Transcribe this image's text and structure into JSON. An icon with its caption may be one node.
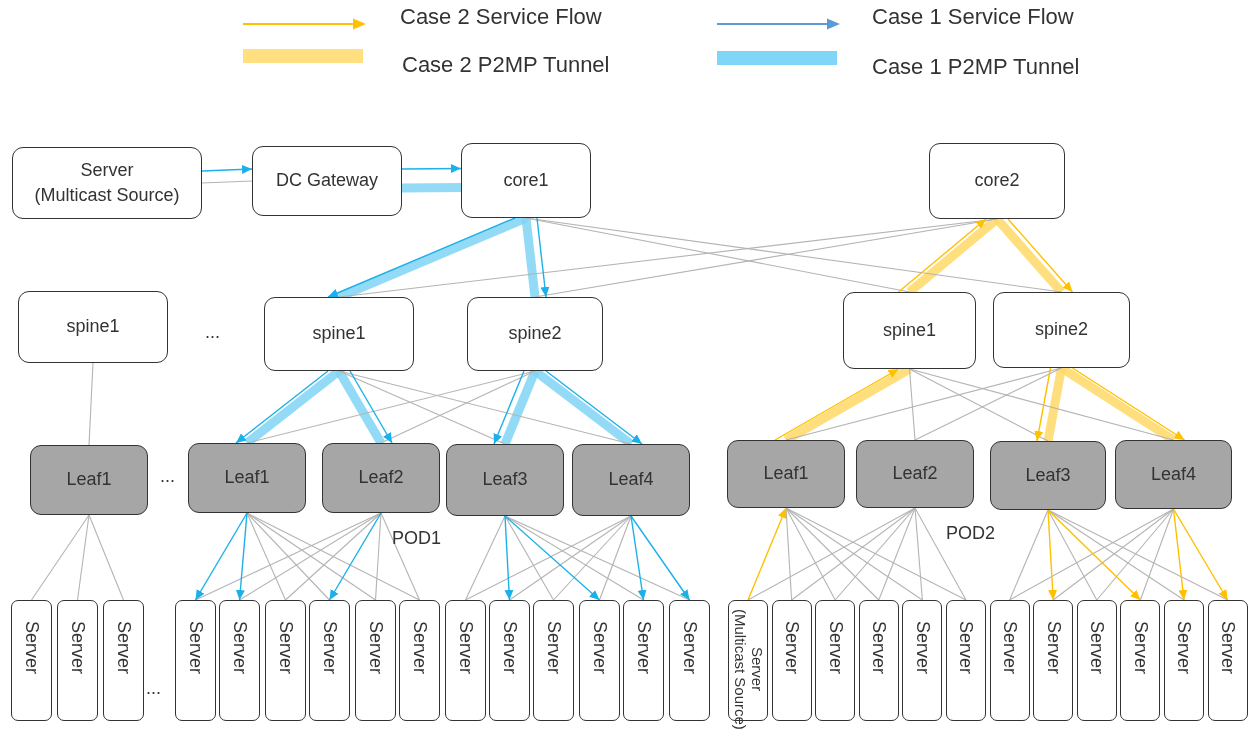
{
  "diagram": {
    "nodes": [
      {
        "text": [
          "Server",
          "(Multicast Source)"
        ]
      },
      {
        "text": [
          "DC Gateway"
        ]
      },
      {
        "text": [
          "core1"
        ]
      },
      {
        "text": [
          "core2"
        ]
      },
      {
        "text": [
          "spine1"
        ]
      },
      {
        "text": [
          "spine1"
        ]
      },
      {
        "text": [
          "spine2"
        ]
      },
      {
        "text": [
          "spine1"
        ]
      },
      {
        "text": [
          "spine2"
        ]
      },
      {
        "text": [
          "Leaf1"
        ]
      },
      {
        "text": [
          "Leaf1"
        ]
      },
      {
        "text": [
          "Leaf2"
        ]
      },
      {
        "text": [
          "Leaf3"
        ]
      },
      {
        "text": [
          "Leaf4"
        ]
      },
      {
        "text": [
          "Leaf1"
        ]
      },
      {
        "text": [
          "Leaf2"
        ]
      },
      {
        "text": [
          "Leaf3"
        ]
      },
      {
        "text": [
          "Leaf4"
        ]
      },
      {
        "text": [
          "Server"
        ]
      },
      {
        "text": [
          "Server"
        ]
      },
      {
        "text": [
          "Server"
        ]
      },
      {
        "text": [
          "Server"
        ]
      },
      {
        "text": [
          "Server"
        ]
      },
      {
        "text": [
          "Server"
        ]
      },
      {
        "text": [
          "Server"
        ]
      },
      {
        "text": [
          "Server"
        ]
      },
      {
        "text": [
          "Server"
        ]
      },
      {
        "text": [
          "Server"
        ]
      },
      {
        "text": [
          "Server"
        ]
      },
      {
        "text": [
          "Server"
        ]
      },
      {
        "text": [
          "Server"
        ]
      },
      {
        "text": [
          "Server"
        ]
      },
      {
        "text": [
          "Server"
        ]
      },
      {
        "text": [
          "Server",
          "(Multicast Source)"
        ]
      },
      {
        "text": [
          "Server"
        ]
      },
      {
        "text": [
          "Server"
        ]
      },
      {
        "text": [
          "Server"
        ]
      },
      {
        "text": [
          "Server"
        ]
      },
      {
        "text": [
          "Server"
        ]
      },
      {
        "text": [
          "Server"
        ]
      },
      {
        "text": [
          "Server"
        ]
      },
      {
        "text": [
          "Server"
        ]
      },
      {
        "text": [
          "Server"
        ]
      },
      {
        "text": [
          "Server"
        ]
      },
      {
        "text": [
          "Server"
        ]
      }
    ],
    "edges": [
      {
        "from": 0,
        "to": 1,
        "arrow": "to",
        "color": "#1cb0ea"
      },
      {
        "from": 0,
        "to": 1,
        "arrow": "none"
      },
      {
        "from": 1,
        "to": 2,
        "arrow": "to",
        "color": "#1cb0ea"
      },
      {
        "from": 1,
        "to": 2,
        "arrow": "none",
        "style": "thick",
        "color": "#7fd3f5"
      },
      {
        "from": 2,
        "to": 5,
        "arrow": "none",
        "style": "thick",
        "color": "#7fd3f5"
      },
      {
        "from": 2,
        "to": 5,
        "arrow": "to",
        "color": "#1cb0ea"
      },
      {
        "from": 2,
        "to": 6,
        "arrow": "none",
        "style": "thick",
        "color": "#7fd3f5"
      },
      {
        "from": 2,
        "to": 6,
        "arrow": "to",
        "color": "#1cb0ea"
      },
      {
        "from": 2,
        "to": 7,
        "arrow": "none"
      },
      {
        "from": 2,
        "to": 8,
        "arrow": "none"
      },
      {
        "from": 3,
        "to": 5,
        "arrow": "none"
      },
      {
        "from": 3,
        "to": 6,
        "arrow": "none"
      },
      {
        "from": 3,
        "to": 7,
        "arrow": "none",
        "style": "thick",
        "color": "#ffd966"
      },
      {
        "from": 7,
        "to": 3,
        "arrow": "to",
        "color": "#ffc000"
      },
      {
        "from": 3,
        "to": 8,
        "arrow": "none",
        "style": "thick",
        "color": "#ffd966"
      },
      {
        "from": 3,
        "to": 8,
        "arrow": "to",
        "color": "#ffc000"
      },
      {
        "from": 4,
        "to": 9,
        "arrow": "none"
      },
      {
        "from": 5,
        "to": 12,
        "arrow": "none"
      },
      {
        "from": 5,
        "to": 13,
        "arrow": "none"
      },
      {
        "from": 6,
        "to": 10,
        "arrow": "none"
      },
      {
        "from": 6,
        "to": 11,
        "arrow": "none"
      },
      {
        "from": 5,
        "to": 10,
        "arrow": "none",
        "style": "thick",
        "color": "#7fd3f5"
      },
      {
        "from": 5,
        "to": 11,
        "arrow": "none",
        "style": "thick",
        "color": "#7fd3f5"
      },
      {
        "from": 6,
        "to": 12,
        "arrow": "none",
        "style": "thick",
        "color": "#7fd3f5"
      },
      {
        "from": 6,
        "to": 13,
        "arrow": "none",
        "style": "thick",
        "color": "#7fd3f5"
      },
      {
        "from": 5,
        "to": 10,
        "arrow": "to",
        "color": "#1cb0ea"
      },
      {
        "from": 5,
        "to": 11,
        "arrow": "to",
        "color": "#1cb0ea"
      },
      {
        "from": 6,
        "to": 12,
        "arrow": "to",
        "color": "#1cb0ea"
      },
      {
        "from": 6,
        "to": 13,
        "arrow": "to",
        "color": "#1cb0ea"
      },
      {
        "from": 7,
        "to": 15,
        "arrow": "none"
      },
      {
        "from": 7,
        "to": 16,
        "arrow": "none"
      },
      {
        "from": 7,
        "to": 17,
        "arrow": "none"
      },
      {
        "from": 8,
        "to": 14,
        "arrow": "none"
      },
      {
        "from": 8,
        "to": 15,
        "arrow": "none"
      },
      {
        "from": 7,
        "to": 14,
        "arrow": "none",
        "style": "thick",
        "color": "#ffd966"
      },
      {
        "from": 8,
        "to": 16,
        "arrow": "none",
        "style": "thick",
        "color": "#ffd966"
      },
      {
        "from": 8,
        "to": 17,
        "arrow": "none",
        "style": "thick",
        "color": "#ffd966"
      },
      {
        "from": 14,
        "to": 7,
        "arrow": "to",
        "color": "#ffc000"
      },
      {
        "from": 8,
        "to": 16,
        "arrow": "to",
        "color": "#ffc000"
      },
      {
        "from": 8,
        "to": 17,
        "arrow": "to",
        "color": "#ffc000"
      },
      {
        "from": 9,
        "to": 18,
        "arrow": "none"
      },
      {
        "from": 9,
        "to": 19,
        "arrow": "none"
      },
      {
        "from": 9,
        "to": 20,
        "arrow": "none"
      },
      {
        "from": 10,
        "to": 23,
        "arrow": "none"
      },
      {
        "from": 10,
        "to": 24,
        "arrow": "none"
      },
      {
        "from": 10,
        "to": 25,
        "arrow": "none"
      },
      {
        "from": 10,
        "to": 26,
        "arrow": "none"
      },
      {
        "from": 11,
        "to": 21,
        "arrow": "none"
      },
      {
        "from": 11,
        "to": 22,
        "arrow": "none"
      },
      {
        "from": 11,
        "to": 23,
        "arrow": "none"
      },
      {
        "from": 11,
        "to": 25,
        "arrow": "none"
      },
      {
        "from": 11,
        "to": 26,
        "arrow": "none"
      },
      {
        "from": 12,
        "to": 27,
        "arrow": "none"
      },
      {
        "from": 12,
        "to": 29,
        "arrow": "none"
      },
      {
        "from": 12,
        "to": 31,
        "arrow": "none"
      },
      {
        "from": 12,
        "to": 32,
        "arrow": "none"
      },
      {
        "from": 13,
        "to": 27,
        "arrow": "none"
      },
      {
        "from": 13,
        "to": 28,
        "arrow": "none"
      },
      {
        "from": 13,
        "to": 29,
        "arrow": "none"
      },
      {
        "from": 13,
        "to": 30,
        "arrow": "none"
      },
      {
        "from": 14,
        "to": 34,
        "arrow": "none"
      },
      {
        "from": 14,
        "to": 35,
        "arrow": "none"
      },
      {
        "from": 14,
        "to": 36,
        "arrow": "none"
      },
      {
        "from": 14,
        "to": 37,
        "arrow": "none"
      },
      {
        "from": 14,
        "to": 38,
        "arrow": "none"
      },
      {
        "from": 15,
        "to": 33,
        "arrow": "none"
      },
      {
        "from": 15,
        "to": 34,
        "arrow": "none"
      },
      {
        "from": 15,
        "to": 35,
        "arrow": "none"
      },
      {
        "from": 15,
        "to": 36,
        "arrow": "none"
      },
      {
        "from": 15,
        "to": 37,
        "arrow": "none"
      },
      {
        "from": 15,
        "to": 38,
        "arrow": "none"
      },
      {
        "from": 16,
        "to": 39,
        "arrow": "none"
      },
      {
        "from": 16,
        "to": 41,
        "arrow": "none"
      },
      {
        "from": 16,
        "to": 43,
        "arrow": "none"
      },
      {
        "from": 16,
        "to": 44,
        "arrow": "none"
      },
      {
        "from": 17,
        "to": 39,
        "arrow": "none"
      },
      {
        "from": 17,
        "to": 40,
        "arrow": "none"
      },
      {
        "from": 17,
        "to": 41,
        "arrow": "none"
      },
      {
        "from": 17,
        "to": 42,
        "arrow": "none"
      },
      {
        "from": 10,
        "to": 21,
        "arrow": "to",
        "color": "#1cb0ea"
      },
      {
        "from": 10,
        "to": 22,
        "arrow": "to",
        "color": "#1cb0ea"
      },
      {
        "from": 11,
        "to": 24,
        "arrow": "to",
        "color": "#1cb0ea"
      },
      {
        "from": 12,
        "to": 28,
        "arrow": "to",
        "color": "#1cb0ea"
      },
      {
        "from": 12,
        "to": 30,
        "arrow": "to",
        "color": "#1cb0ea"
      },
      {
        "from": 13,
        "to": 31,
        "arrow": "to",
        "color": "#1cb0ea"
      },
      {
        "from": 13,
        "to": 32,
        "arrow": "to",
        "color": "#1cb0ea"
      },
      {
        "from": 33,
        "to": 14,
        "arrow": "to",
        "color": "#ffc000"
      },
      {
        "from": 16,
        "to": 40,
        "arrow": "to",
        "color": "#ffc000"
      },
      {
        "from": 16,
        "to": 42,
        "arrow": "to",
        "color": "#ffc000"
      },
      {
        "from": 17,
        "to": 43,
        "arrow": "to",
        "color": "#ffc000"
      },
      {
        "from": 17,
        "to": 44,
        "arrow": "to",
        "color": "#ffc000"
      }
    ],
    "labels": [
      "...",
      "...",
      "POD1",
      "POD2",
      "..."
    ],
    "legend": [
      {
        "text": "Case 2 Service Flow"
      },
      {
        "text": "Case 1 Service Flow"
      },
      {
        "text": "Case 2 P2MP Tunnel",
        "color": "#ffdf80"
      },
      {
        "text": "Case 1 P2MP Tunnel",
        "color": "#80d6f7"
      }
    ]
  }
}
